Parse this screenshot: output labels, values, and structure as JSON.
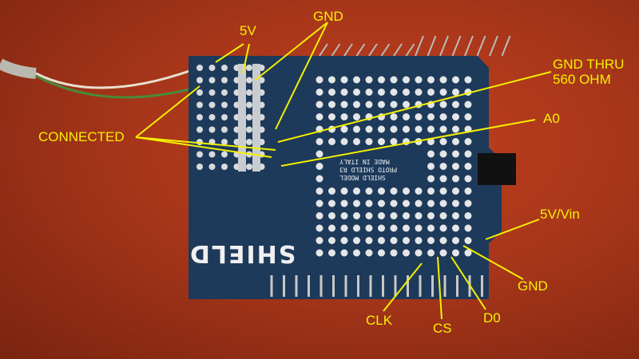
{
  "annotations": {
    "five_v": "5V",
    "gnd_top": "GND",
    "gnd_thru": "GND THRU\n560 OHM",
    "a0": "A0",
    "connected": "CONNECTED",
    "five_v_vin": "5V/Vin",
    "gnd_bottom": "GND",
    "clk": "CLK",
    "cs": "CS",
    "d0": "D0"
  },
  "board": {
    "logo": "SHIELD",
    "model": "SHIELD MODEL",
    "name": "PROTO SHIELD R3",
    "origin": "MADE IN ITALY"
  },
  "colors": {
    "annotation": "#f5f000",
    "board": "#1e3a5a",
    "background": "#a8361a"
  }
}
